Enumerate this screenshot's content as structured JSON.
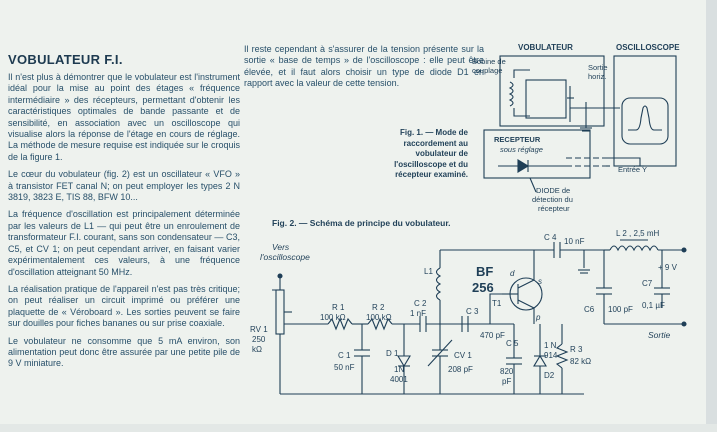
{
  "article": {
    "title": "VOBULATEUR F.I.",
    "paragraphs": [
      "Il n'est plus à démontrer que le vobulateur est l'instrument idéal pour la mise au point des étages « fréquence intermédiaire » des récepteurs, permettant d'obtenir les caractéristiques optimales de bande passante et de sensibilité, en association avec un oscilloscope qui visualise alors la réponse de l'étage en cours de réglage. La méthode de mesure requise est indiquée sur le croquis de la figure 1.",
      "Le cœur du vobulateur (fig. 2) est un oscillateur « VFO » à transistor FET canal N; on peut employer les types 2 N 3819, 3823 E, TIS 88, BFW 10...",
      "La fréquence d'oscillation est principalement déterminée par les valeurs de L1 — qui peut être un enroulement de transformateur F.I. courant, sans son condensateur — C3, C5, et CV 1; on peut cependant arriver, en faisant varier expérimentalement ces valeurs, à une fréquence d'oscillation atteignant 50 MHz.",
      "La réalisation pratique de l'appareil n'est pas très critique; on peut réaliser un circuit imprimé ou préférer une plaquette de « Véroboard ». Les sorties peuvent se faire sur douilles pour fiches bananes ou sur prise coaxiale.",
      "Le vobulateur ne consomme que 5 mA environ, son alimentation peut donc être assurée par une petite pile de 9 V miniature."
    ],
    "col2_paragraph": "Il reste cependant à s'assurer de la tension présente sur la sortie « base de temps » de l'oscilloscope : elle peut être élevée, et il faut alors choisir un type de diode D1 en rapport avec la valeur de cette tension."
  },
  "fig1": {
    "caption": "Fig. 1. — Mode de raccordement au vobulateur de l'oscilloscope et du récepteur examiné.",
    "labels": {
      "vobulateur": "VOBULATEUR",
      "oscilloscope": "OSCILLOSCOPE",
      "bobine": "Bobine de",
      "couplage": "couplage",
      "sortie": "Sortie",
      "horiz": "horiz.",
      "recepteur": "RECEPTEUR",
      "sous_reglage": "sous réglage",
      "entree_y": "Entrée Y",
      "diode": "DIODE de",
      "detection": "détection du",
      "recepteur_small": "récepteur"
    }
  },
  "fig2": {
    "caption": "Fig. 2. — Schéma de principe du vobulateur.",
    "labels": {
      "vers": "Vers",
      "oscilloscope": "l'oscilloscope",
      "r1": "R 1",
      "r1v": "100 kΩ",
      "r2": "R 2",
      "r2v": "100 kΩ",
      "rv1": "RV 1",
      "rv1v": "250",
      "rv1u": "kΩ",
      "c1": "C 1",
      "c1v": "50 nF",
      "d1": "D 1",
      "d1a": "1N",
      "d1b": "4001",
      "c2": "C 2",
      "c2v": "1 nF",
      "l1": "L1",
      "cv1": "CV 1",
      "cv1v": "208 pF",
      "c3": "C 3",
      "c3v": "470 pF",
      "bf": "BF",
      "bf256": "256",
      "t1": "T1",
      "d": "d",
      "s": "s",
      "p": "p",
      "c4": "C 4",
      "c4v": "10 nF",
      "l2": "L 2 , 2,5 mH",
      "plus9": "+ 9 V",
      "c5": "C 5",
      "c5a": "820",
      "c5b": "pF",
      "d2a": "1 N",
      "d2b": "914",
      "d2": "D2",
      "r3": "R 3",
      "r3v": "82 kΩ",
      "c6": "C6",
      "c6v": "100 pF",
      "c7": "C7",
      "c7v": "0,1 µF",
      "sortie": "Sortie"
    }
  }
}
